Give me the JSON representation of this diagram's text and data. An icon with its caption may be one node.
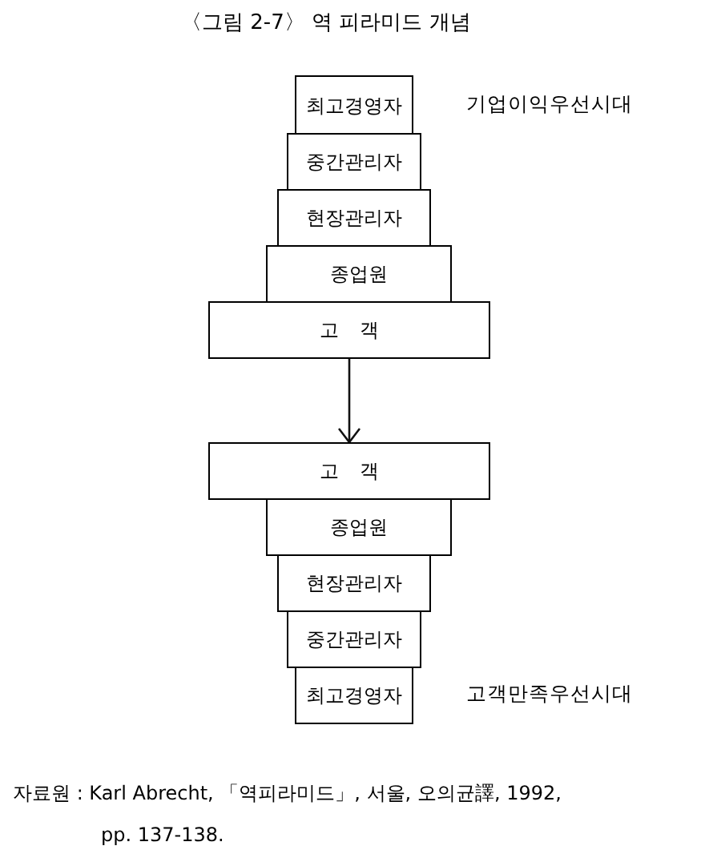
{
  "diagram": {
    "title": "〈그림 2-7〉 역 피라미드 개념",
    "nodes": [
      {
        "text": [
          "최고경영자"
        ]
      },
      {
        "text": [
          "중간관리자"
        ]
      },
      {
        "text": [
          "현장관리자"
        ]
      },
      {
        "text": [
          "종업원"
        ]
      },
      {
        "text": [
          "고 객"
        ]
      },
      {
        "text": [
          "고 객"
        ]
      },
      {
        "text": [
          "종업원"
        ]
      },
      {
        "text": [
          "현장관리자"
        ]
      },
      {
        "text": [
          "중간관리자"
        ]
      },
      {
        "text": [
          "최고경영자"
        ]
      }
    ],
    "edges": [
      {
        "from": 4,
        "to": 5,
        "arrow": "to"
      }
    ],
    "labels": [
      "기업이익우선시대",
      "고객만족우선시대"
    ],
    "caption": "자료원 : Karl Abrecht, 「역피라미드」, 서울, 오의균譯, 1992, pp. 137-138."
  }
}
